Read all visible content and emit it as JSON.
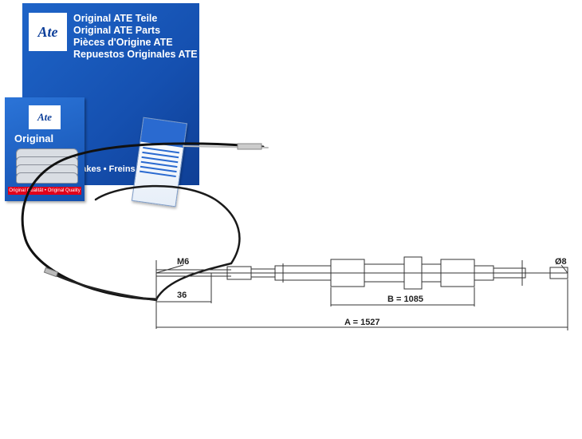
{
  "packaging": {
    "logo_text": "Ate",
    "parts_lines": [
      "Original ATE Teile",
      "Original ATE Parts",
      "Pièces d'Origine ATE",
      "Repuestos Originales ATE"
    ],
    "strip_text": "Brakes • Freins • Frenos",
    "small_box": {
      "logo_text": "Ate",
      "original_label": "Original",
      "quality_label": "Original Qualität • Original Quality"
    }
  },
  "dimensions": {
    "thread": "M6",
    "diameter": "Ø8",
    "end_length": "36",
    "b_label": "B = 1085",
    "a_label": "A = 1527"
  },
  "colors": {
    "brand_blue": "#1550b0",
    "cable": "#111111",
    "line": "#333333"
  }
}
